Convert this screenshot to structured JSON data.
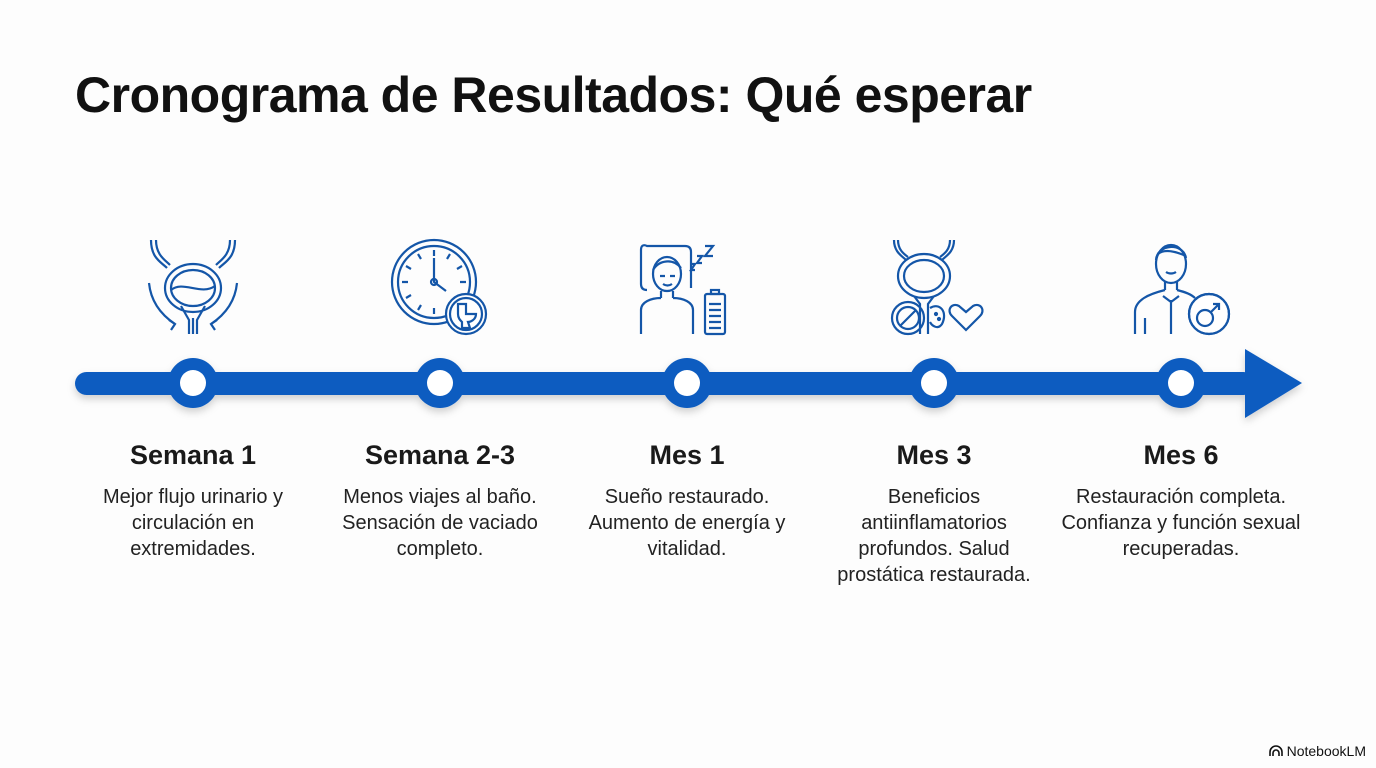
{
  "title": "Cronograma de Resultados: Qué esperar",
  "accent_color": "#0b5cc0",
  "steps": [
    {
      "label": "Semana 1",
      "description": "Mejor flujo urinario y circulación en extremidades.",
      "icon": "bladder-flow-icon"
    },
    {
      "label": "Semana 2-3",
      "description": "Menos viajes al baño. Sensación de vaciado completo.",
      "icon": "clock-toilet-icon"
    },
    {
      "label": "Mes 1",
      "description": "Sueño restaurado. Aumento de energía y vitalidad.",
      "icon": "sleep-battery-icon"
    },
    {
      "label": "Mes 3",
      "description": "Beneficios antiinflamatorios profundos. Salud prostática restaurada.",
      "icon": "prostate-health-icon"
    },
    {
      "label": "Mes 6",
      "description": "Restauración completa. Confianza y función sexual recuperadas.",
      "icon": "man-male-symbol-icon"
    }
  ],
  "brand": "NotebookLM"
}
